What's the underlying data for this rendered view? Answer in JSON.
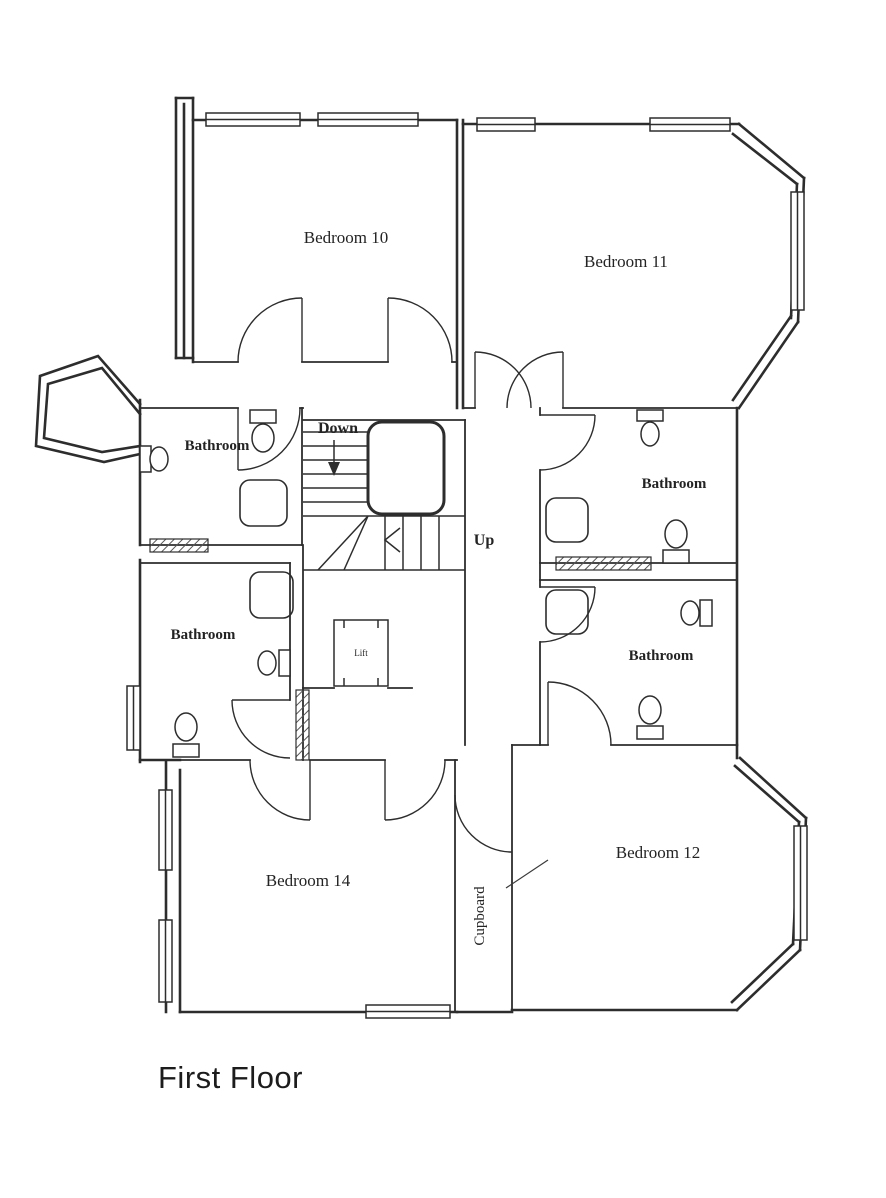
{
  "title": "First Floor",
  "labels": {
    "bedroom10": "Bedroom 10",
    "bedroom11": "Bedroom 11",
    "bedroom12": "Bedroom 12",
    "bedroom14": "Bedroom 14",
    "bathroom_upper_left": "Bathroom",
    "bathroom_lower_left": "Bathroom",
    "bathroom_upper_right": "Bathroom",
    "bathroom_lower_right": "Bathroom",
    "cupboard": "Cupboard",
    "lift": "Lift",
    "stairs_down": "Down",
    "stairs_up": "Up"
  },
  "colors": {
    "ink": "#2d2d2d",
    "background": "#ffffff"
  }
}
